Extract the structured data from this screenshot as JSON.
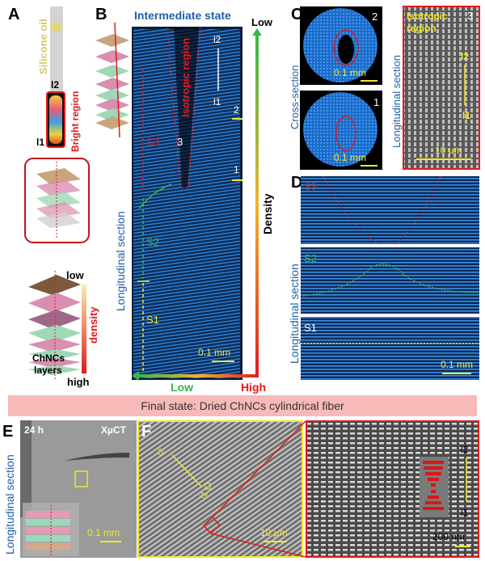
{
  "panels": {
    "A": {
      "label": "A",
      "silicone_oil": "Silicone oil",
      "l2": "l2",
      "l1": "l1",
      "bright_region": "Bright region",
      "low": "low",
      "density": "density",
      "high": "high",
      "layers_line1": "ChNCs",
      "layers_line2": "layers"
    },
    "B": {
      "label": "B",
      "title": "Intermediate state",
      "isotropic_region": "Isotropic region",
      "l2": "l2",
      "l1": "l1",
      "marker_2": "2",
      "marker_1": "1",
      "marker_3": "3",
      "s3": "S3",
      "s2": "S2",
      "s1": "S1",
      "scale": "0.1 mm",
      "side_label": "Longitudinal section",
      "density_axis": {
        "title": "Density",
        "top": "Low",
        "x_low": "Low",
        "x_high": "High"
      }
    },
    "C": {
      "label": "C",
      "cross_section": "Cross-section",
      "longitudinal_section": "Longitudinal section",
      "img2_num": "2",
      "img1_num": "1",
      "scale_mm": "0.1 mm",
      "sem_title_1": "Isotropic",
      "sem_title_2": "region",
      "sem_num": "3",
      "sem_l2": "l2",
      "sem_l1": "l1",
      "sem_scale": "10 µm"
    },
    "D": {
      "label": "D",
      "side_label": "Longitudinal section",
      "s3": "S3",
      "s2": "S2",
      "s1": "S1",
      "scale": "0.1 mm"
    },
    "banner": "Final state: Dried ChNCs cylindrical fiber",
    "E": {
      "label": "E",
      "time": "24 h",
      "method": "XµCT",
      "side_label": "Longitudinal section",
      "scale": "0.1 mm"
    },
    "F": {
      "label": "F",
      "l2": "l2",
      "l1": "l1",
      "scale": "10 µm",
      "zoom_l2": "l2",
      "zoom_l1": "l1",
      "zoom_scale": "200 nm"
    }
  },
  "colors": {
    "blue_text": "#1f5fa8",
    "red": "#e01b1b",
    "yellow": "#f2e62c",
    "green": "#3ab54a",
    "banner": "#f8b9b9"
  }
}
